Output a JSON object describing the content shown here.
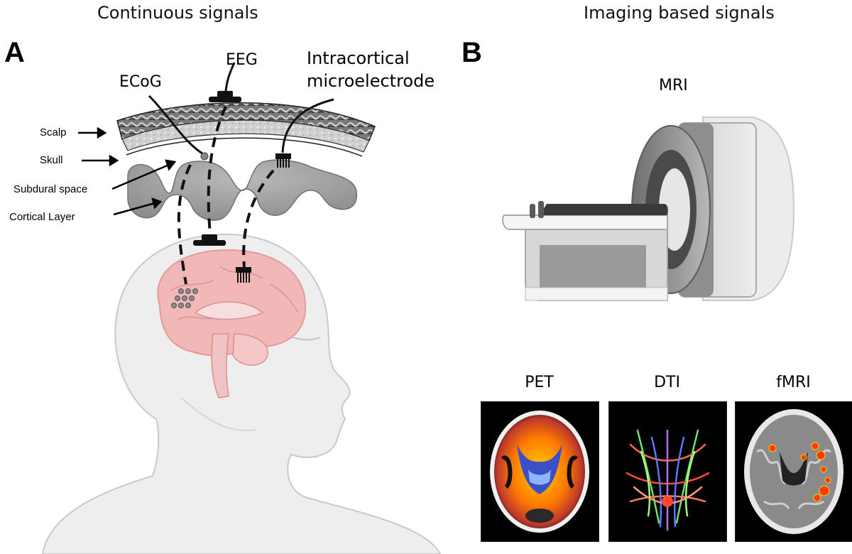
{
  "panel_a": {
    "heading": "Continuous signals",
    "letter": "A",
    "labels": {
      "eeg": "EEG",
      "ecog": "ECoG",
      "intracortical_line1": "Intracortical",
      "intracortical_line2": "microelectrode"
    },
    "layers": {
      "scalp": "Scalp",
      "skull": "Skull",
      "subdural": "Subdural space",
      "cortical": "Cortical Layer"
    }
  },
  "panel_b": {
    "heading": "Imaging based signals",
    "letter": "B",
    "mri_label": "MRI",
    "scans": [
      {
        "label": "PET"
      },
      {
        "label": "DTI"
      },
      {
        "label": "fMRI"
      }
    ]
  },
  "colors": {
    "brain": "#f2b8b8",
    "head": "#eeeeee",
    "pet_blue": "#3a4fc8",
    "fmri_red": "#ff3a00"
  }
}
